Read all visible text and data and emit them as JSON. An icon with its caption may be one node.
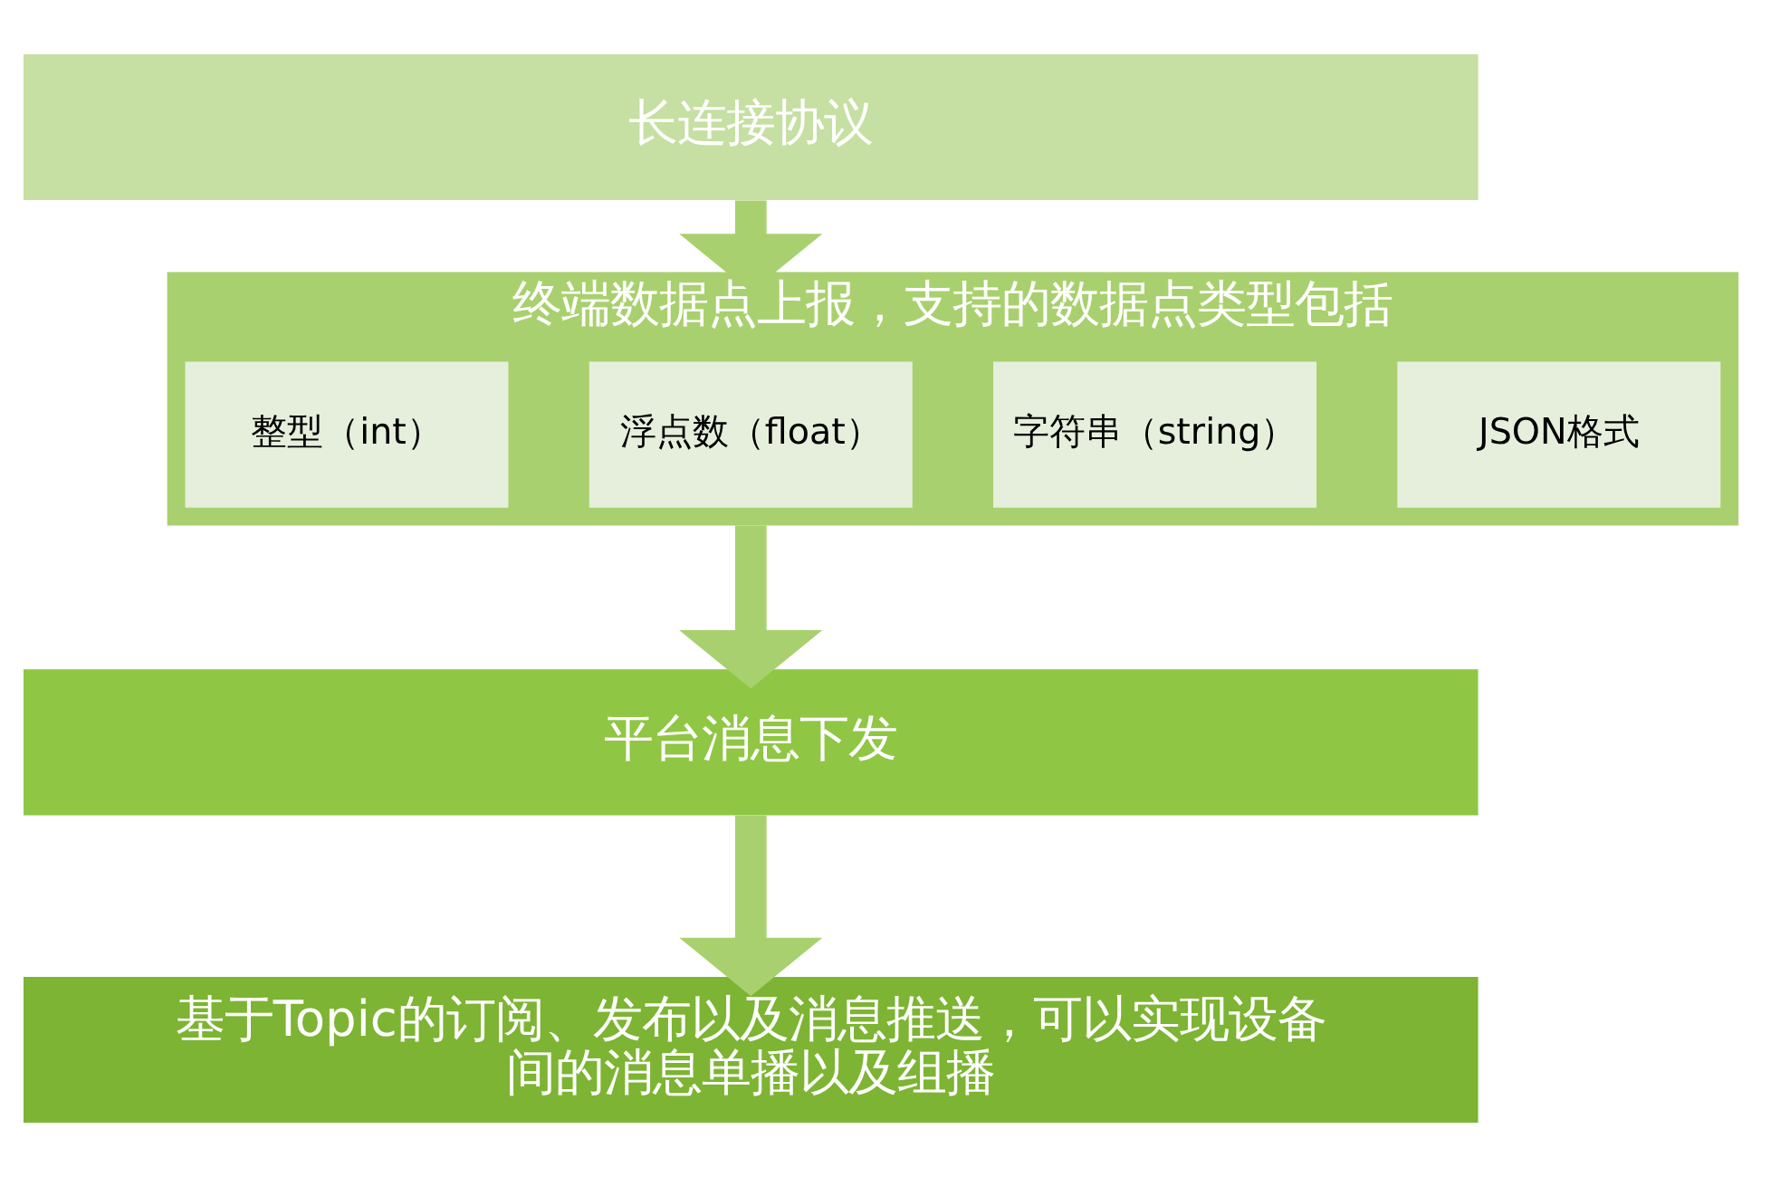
{
  "diagram": {
    "nodes": [
      {
        "text": [
          "长连接协议"
        ]
      },
      {
        "text": [
          "终端数据点上报，支持的数据点类型包括"
        ]
      },
      {
        "text": [
          "整型（int）"
        ],
        "in": 1
      },
      {
        "text": [
          "浮点数（float）"
        ],
        "in": 1
      },
      {
        "text": [
          "字符串（string）"
        ],
        "in": 1
      },
      {
        "text": [
          "JSON格式"
        ],
        "in": 1
      },
      {
        "text": [
          "平台消息下发"
        ]
      },
      {
        "text": [
          "基于Topic的订阅、发布以及消息推送，可以实现设备间的消息单播以及组播"
        ]
      }
    ],
    "edges": [
      {
        "from": 0,
        "to": 1,
        "arrow": "to"
      },
      {
        "from": 1,
        "to": 6,
        "arrow": "to"
      },
      {
        "from": 6,
        "to": 7,
        "arrow": "to"
      }
    ]
  }
}
